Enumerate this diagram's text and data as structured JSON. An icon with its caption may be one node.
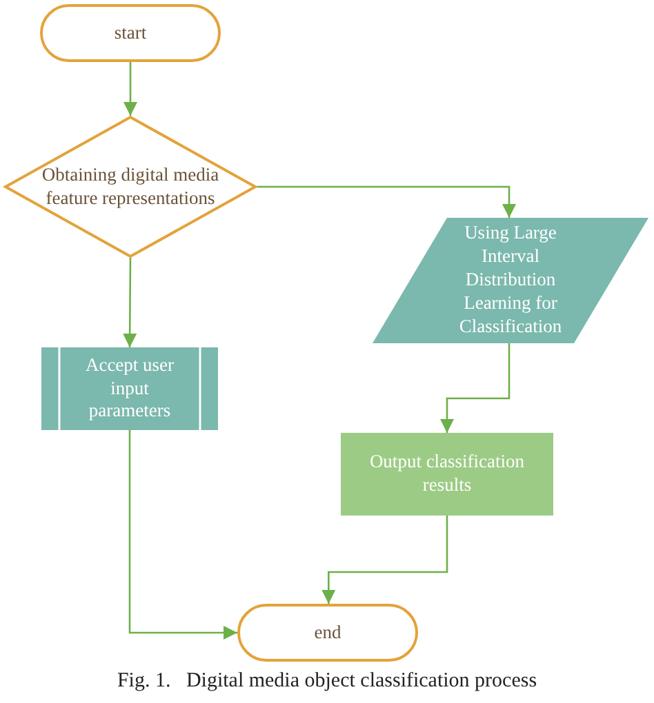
{
  "diagram": {
    "caption": "Fig. 1.   Digital media object classification process",
    "nodes": [
      {
        "text": [
          "start"
        ]
      },
      {
        "text": [
          "Obtaining digital media feature representations"
        ]
      },
      {
        "text": [
          "Using Large Interval Distribution Learning for Classification"
        ]
      },
      {
        "text": [
          "Accept user input parameters"
        ]
      },
      {
        "text": [
          "Output classification results"
        ]
      },
      {
        "text": [
          "end"
        ]
      }
    ],
    "edges": [
      {
        "from": 0,
        "to": 1,
        "arrow": "to"
      },
      {
        "from": 1,
        "to": 2,
        "arrow": "to"
      },
      {
        "from": 1,
        "to": 3,
        "arrow": "to"
      },
      {
        "from": 2,
        "to": 4,
        "arrow": "to"
      },
      {
        "from": 4,
        "to": 5,
        "arrow": "to"
      },
      {
        "from": 3,
        "to": 5,
        "arrow": "to"
      }
    ]
  }
}
